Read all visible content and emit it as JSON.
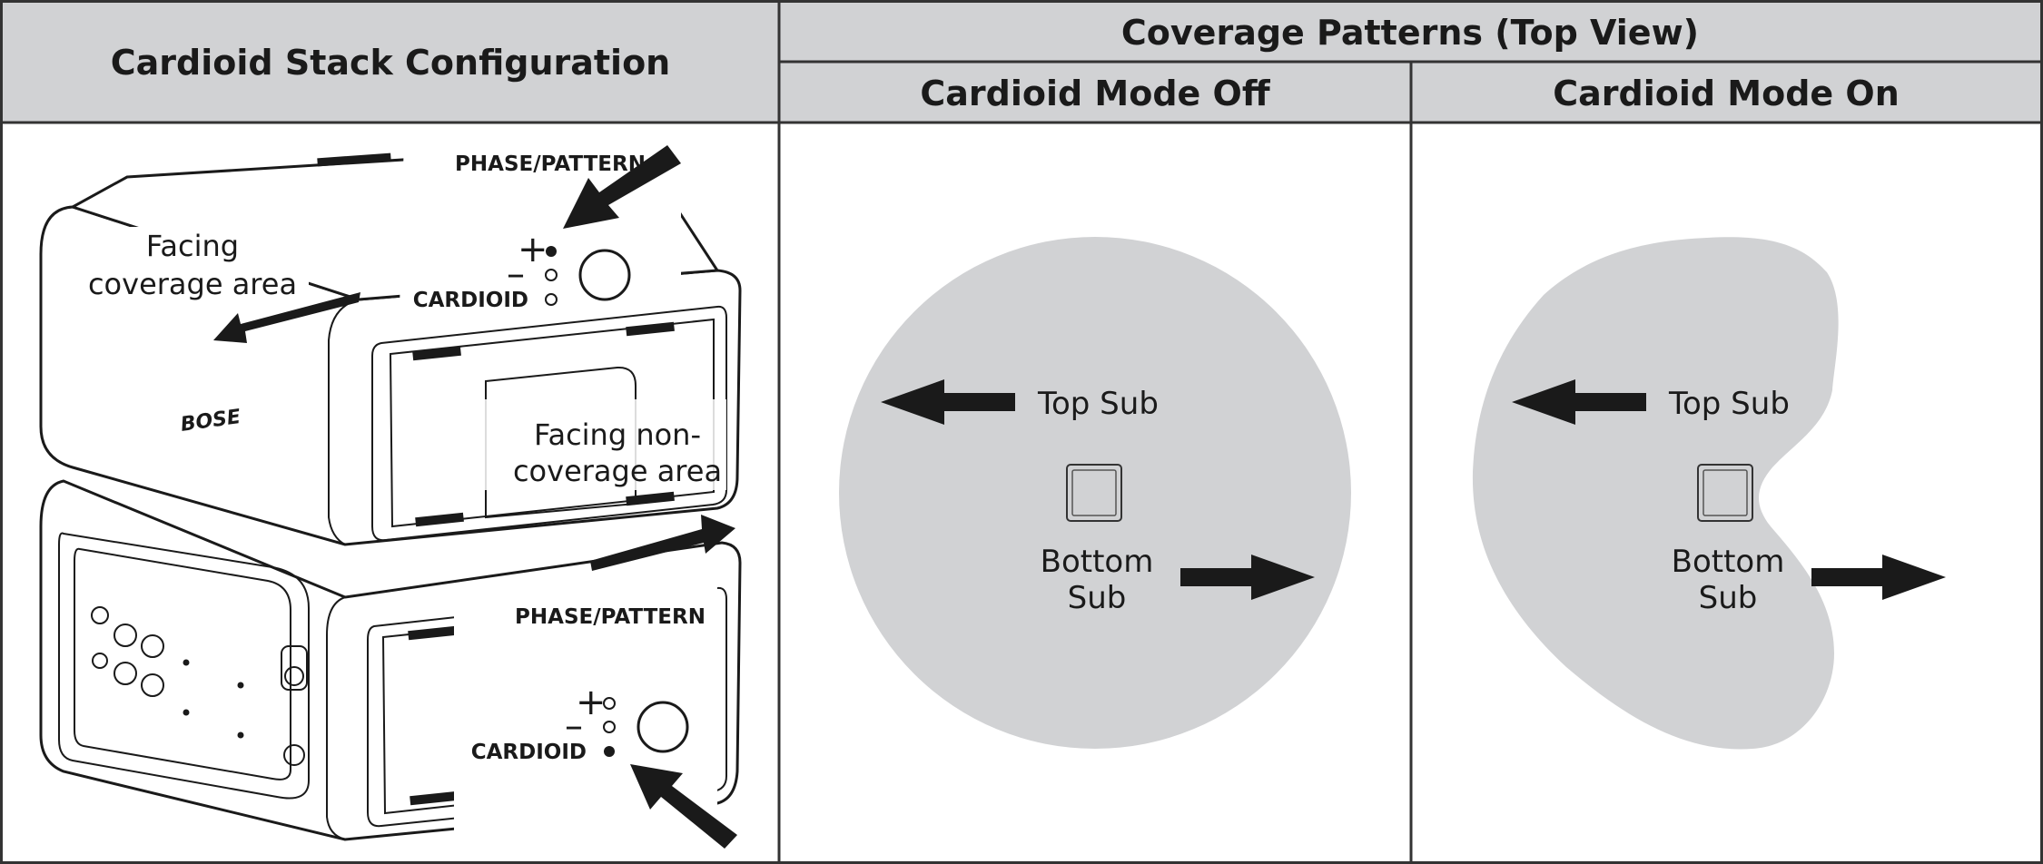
{
  "table": {
    "left_header": "Cardioid Stack Configuration",
    "right_header": "Coverage Patterns (Top View)",
    "col_off_header": "Cardioid Mode Off",
    "col_on_header": "Cardioid Mode On"
  },
  "config_panel": {
    "top_phase_label": "PHASE/PATTERN",
    "top_cardioid_label": "CARDIOID",
    "top_plus_symbol": "+",
    "top_minus_symbol": "–",
    "facing_coverage_line1": "Facing",
    "facing_coverage_line2": "coverage area",
    "facing_noncoverage_line1": "Facing non-",
    "facing_noncoverage_line2": "coverage area",
    "bottom_phase_label": "PHASE/PATTERN",
    "bottom_cardioid_label": "CARDIOID",
    "bottom_plus_symbol": "+",
    "bottom_minus_symbol": "–",
    "brand_logo": "BOSE"
  },
  "pattern_off": {
    "top_sub_label": "Top Sub",
    "bottom_sub_line1": "Bottom",
    "bottom_sub_line2": "Sub"
  },
  "pattern_on": {
    "top_sub_label": "Top Sub",
    "bottom_sub_line1": "Bottom",
    "bottom_sub_line2": "Sub"
  },
  "colors": {
    "coverage_fill": "#d1d2d4",
    "header_fill": "#d1d2d4",
    "ink": "#1a1a1a"
  }
}
